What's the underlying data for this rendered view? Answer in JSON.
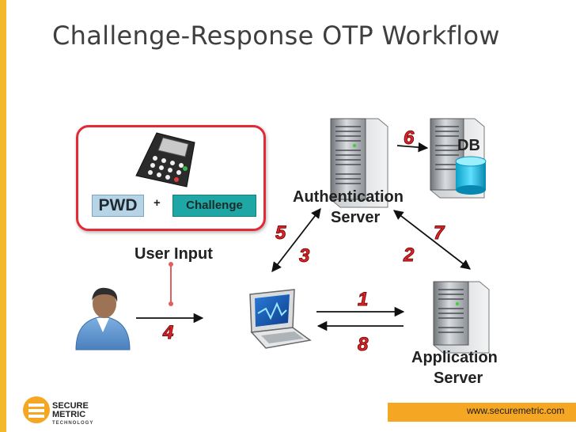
{
  "title": "Challenge-Response OTP Workflow",
  "nodes": {
    "db": "DB",
    "auth_server_line1": "Authentication",
    "auth_server_line2": "Server",
    "app_server_line1": "Application",
    "app_server_line2": "Server",
    "user_input": "User Input"
  },
  "input_box": {
    "pwd": "PWD",
    "plus": "+",
    "challenge": "Challenge"
  },
  "steps": {
    "s1": "1",
    "s2": "2",
    "s3": "3",
    "s4": "4",
    "s5": "5",
    "s6": "6",
    "s7": "7",
    "s8": "8"
  },
  "footer": {
    "logo_line1": "SECURE",
    "logo_line2": "METRIC",
    "logo_line3": "TECHNOLOGY",
    "url": "www.securemetric.com"
  },
  "colors": {
    "accent_bar": "#f3b92b",
    "input_border": "#e32a35",
    "step_red": "#e0252b",
    "pwd_fill": "#b6d4e6",
    "challenge_fill": "#1ea7a5",
    "footer_orange": "#f5a623"
  },
  "icons": [
    "server-icon",
    "database-server-icon",
    "otp-token-icon",
    "user-icon",
    "laptop-icon",
    "securemetric-logo-icon"
  ]
}
